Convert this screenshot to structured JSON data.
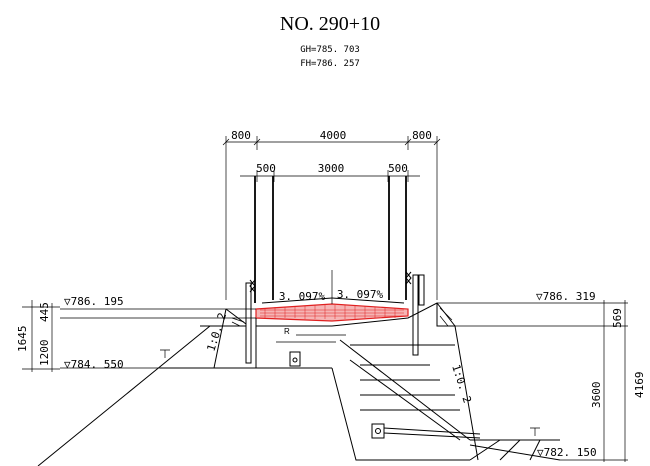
{
  "header": {
    "station": "NO. 290+10",
    "gh": "GH=785. 703",
    "fh": "FH=786. 257"
  },
  "dimensions": {
    "top_left_800": "800",
    "top_center_4000": "4000",
    "top_right_800": "800",
    "left_500": "500",
    "center_3000": "3000",
    "right_500": "500",
    "left_1645": "1645",
    "left_1200": "1200",
    "left_445": "445",
    "right_569": "569",
    "right_3600": "3600",
    "right_4169": "4169"
  },
  "elevations": {
    "left_top": "▽786. 195",
    "left_bottom": "▽784. 550",
    "right_top": "▽786. 319",
    "right_bottom": "▽782. 150"
  },
  "slopes": {
    "left_grade": "3. 097%",
    "right_grade": "3. 097%",
    "left_ratio": "1:0. 2",
    "right_ratio": "1:0. 2"
  },
  "labels": {
    "r_mark": "R"
  },
  "colors": {
    "line": "#000000",
    "pavement": "#e02020"
  }
}
